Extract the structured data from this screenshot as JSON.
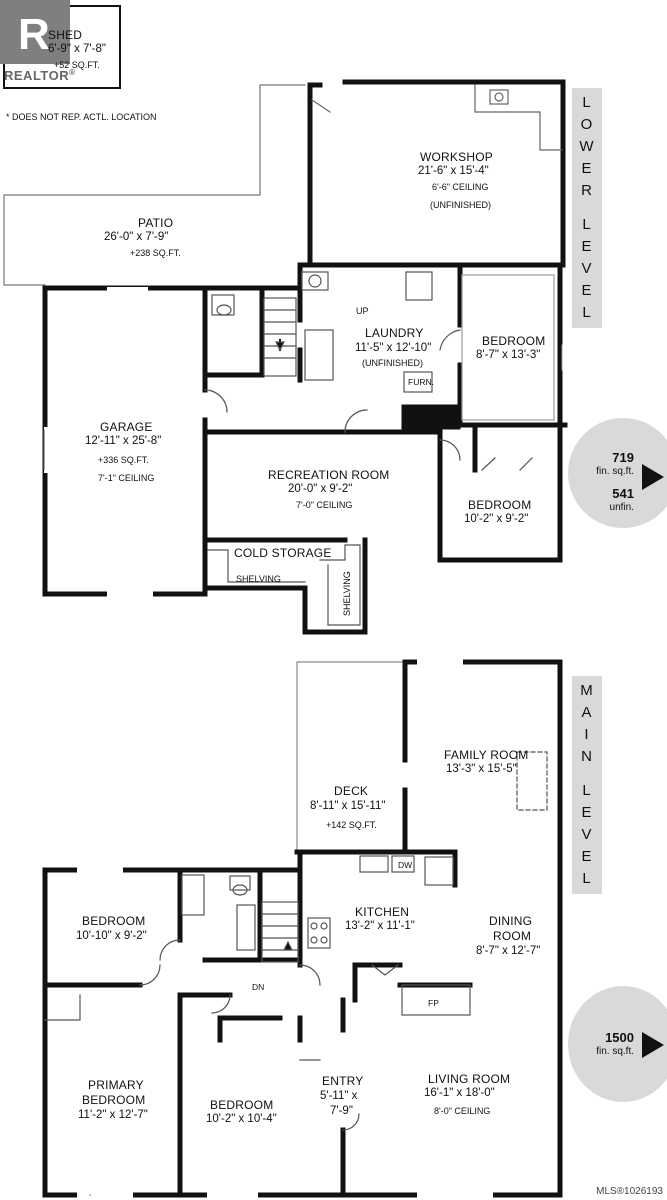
{
  "note": "* DOES NOT REP. ACTL. LOCATION",
  "watermark": {
    "brand": "REALTOR",
    "mark": "®",
    "mls": "MLS®1026193"
  },
  "shed": {
    "name": "SHED",
    "dims": "6'-9\" x 7'-8\"",
    "area": "+52 SQ.FT."
  },
  "lower": {
    "level_letters": [
      "L",
      "O",
      "W",
      "E",
      "R",
      "",
      "L",
      "E",
      "V",
      "E",
      "L"
    ],
    "badge": {
      "finished": "719",
      "finished_unit": "fin. sq.ft.",
      "unfinished": "541",
      "unfinished_unit": "unfin.",
      "north": "N"
    },
    "patio": {
      "name": "PATIO",
      "dims": "26'-0\" x 7'-9\"",
      "area": "+238 SQ.FT."
    },
    "workshop": {
      "name": "WORKSHOP",
      "dims": "21'-6\" x 15'-4\"",
      "ceiling": "6'-6\" CEILING",
      "status": "(UNFINISHED)"
    },
    "garage": {
      "name": "GARAGE",
      "dims": "12'-11\" x 25'-8\"",
      "area": "+336 SQ.FT.",
      "ceiling": "7'-1\" CEILING"
    },
    "laundry": {
      "name": "LAUNDRY",
      "dims": "11'-5\" x 12'-10\"",
      "status": "(UNFINISHED)",
      "up": "UP",
      "furnace": "FURN."
    },
    "bedroom1": {
      "name": "BEDROOM",
      "dims": "8'-7\" x 13'-3\""
    },
    "recreation": {
      "name": "RECREATION ROOM",
      "dims": "20'-0\" x 9'-2\"",
      "ceiling": "7'-0\" CEILING"
    },
    "bedroom2": {
      "name": "BEDROOM",
      "dims": "10'-2\" x 9'-2\""
    },
    "cold_storage": {
      "name": "COLD STORAGE",
      "shelving": "SHELVING",
      "shelving2": "SHELVING"
    }
  },
  "main": {
    "level_letters": [
      "M",
      "A",
      "I",
      "N",
      "",
      "L",
      "E",
      "V",
      "E",
      "L"
    ],
    "badge": {
      "finished": "1500",
      "finished_unit": "fin. sq.ft.",
      "north": "N"
    },
    "deck": {
      "name": "DECK",
      "dims": "8'-11\" x 15'-11\"",
      "area": "+142 SQ.FT."
    },
    "family": {
      "name": "FAMILY ROOM",
      "dims": "13'-3\" x 15'-5\""
    },
    "kitchen": {
      "name": "KITCHEN",
      "dims": "13'-2\" x 11'-1\"",
      "dw": "DW"
    },
    "dining": {
      "name": "DINING",
      "name2": "ROOM",
      "dims": "8'-7\" x 12'-7\""
    },
    "bedroom1": {
      "name": "BEDROOM",
      "dims": "10'-10\" x 9'-2\""
    },
    "primary": {
      "name": "PRIMARY",
      "name2": "BEDROOM",
      "dims": "11'-2\" x 12'-7\""
    },
    "bedroom2": {
      "name": "BEDROOM",
      "dims": "10'-2\" x 10'-4\""
    },
    "entry": {
      "name": "ENTRY",
      "dims": "5'-11\" x",
      "dims2": "7'-9\""
    },
    "living": {
      "name": "LIVING ROOM",
      "dims": "16'-1\" x 18'-0\"",
      "ceiling": "8'-0\" CEILING"
    },
    "fp": "FP",
    "dn": "DN"
  }
}
